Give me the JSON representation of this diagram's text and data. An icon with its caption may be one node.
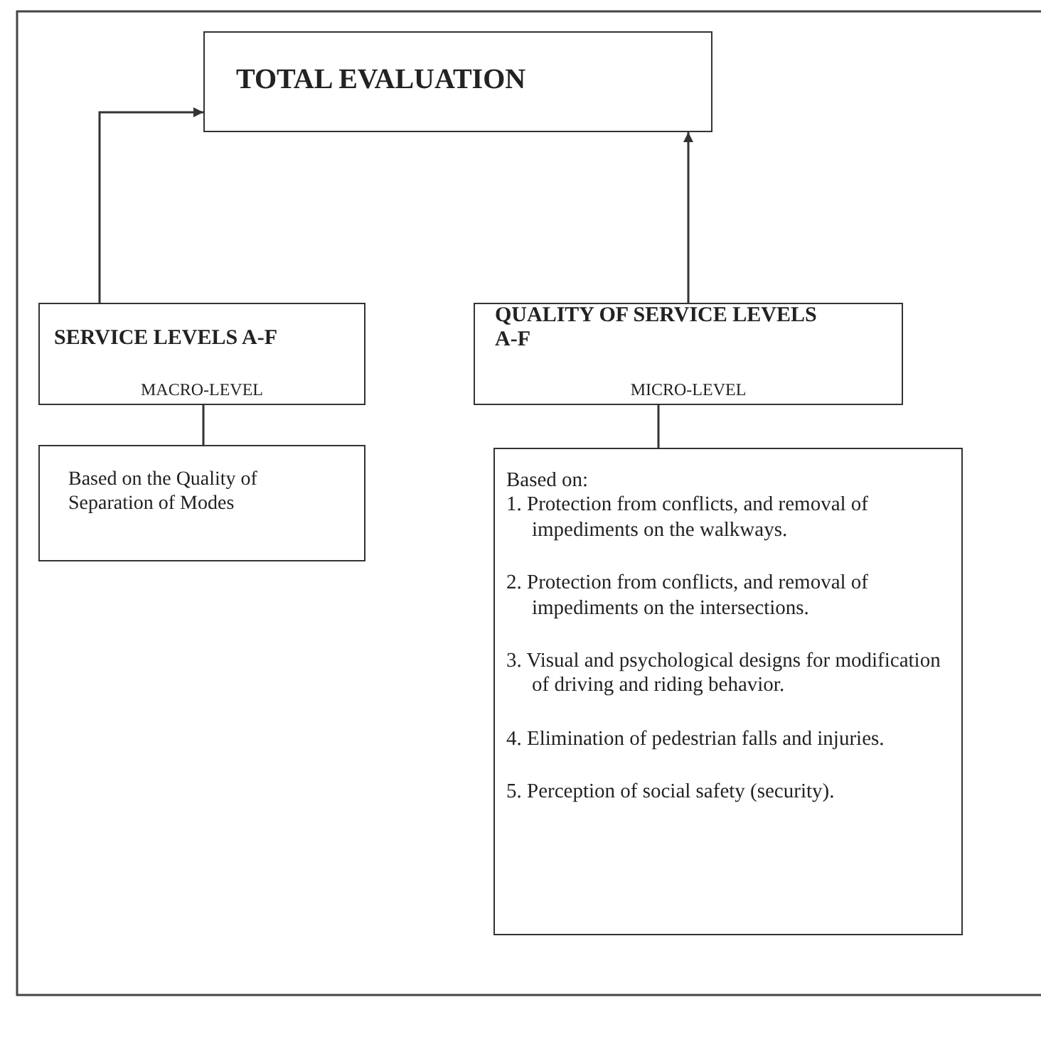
{
  "diagram": {
    "nodes": [
      {
        "text": [
          "TOTAL EVALUATION"
        ]
      },
      {
        "text": [
          "SERVICE LEVELS A-F",
          "MACRO-LEVEL"
        ]
      },
      {
        "text": [
          "QUALITY OF SERVICE LEVELS A-F",
          "MICRO-LEVEL"
        ]
      },
      {
        "text": [
          "Based on the Quality of Separation of Modes"
        ]
      },
      {
        "text": [
          "Based on:",
          "1. Protection from conflicts, and removal of impediments on the walkways.",
          "2. Protection from conflicts, and removal of impediments on the intersections.",
          "3. Visual and psychological designs for modification of driving and riding behavior.",
          "4. Elimination of pedestrian falls and injuries.",
          "5. Perception of social safety (security)."
        ]
      }
    ],
    "edges": [
      {
        "from": 1,
        "to": 0,
        "arrow": "to"
      },
      {
        "from": 2,
        "to": 0,
        "arrow": "to"
      },
      {
        "from": 1,
        "to": 3,
        "arrow": "none"
      },
      {
        "from": 2,
        "to": 4,
        "arrow": "none"
      }
    ]
  }
}
